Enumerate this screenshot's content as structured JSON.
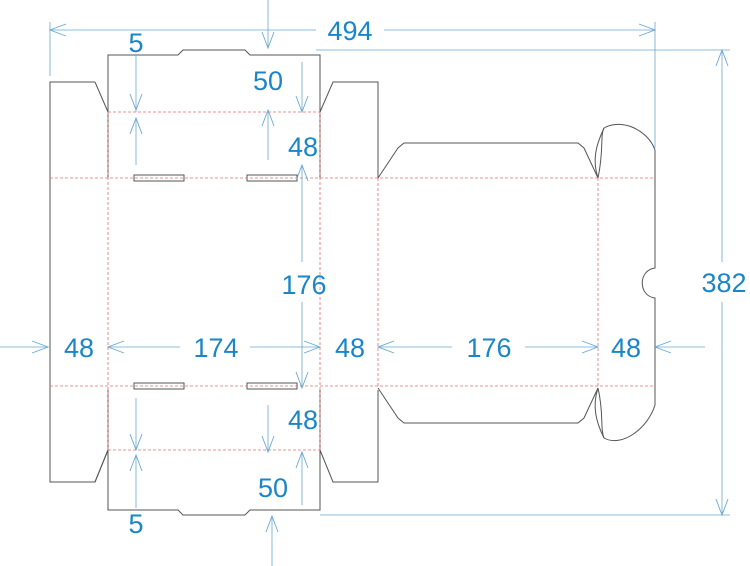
{
  "dimensions": {
    "total_width": "494",
    "total_height": "382",
    "top_tuck_inset": "5",
    "top_flap": "50",
    "top_panel": "48",
    "front_height": "176",
    "left_side": "48",
    "front_width": "174",
    "middle_side": "48",
    "back_width": "176",
    "right_side": "48",
    "bottom_panel": "48",
    "bottom_flap": "50",
    "bottom_tuck_inset": "5"
  },
  "colors": {
    "cut_line": "#555555",
    "fold_line": "#e07070",
    "dimension": "#1a86c8"
  }
}
